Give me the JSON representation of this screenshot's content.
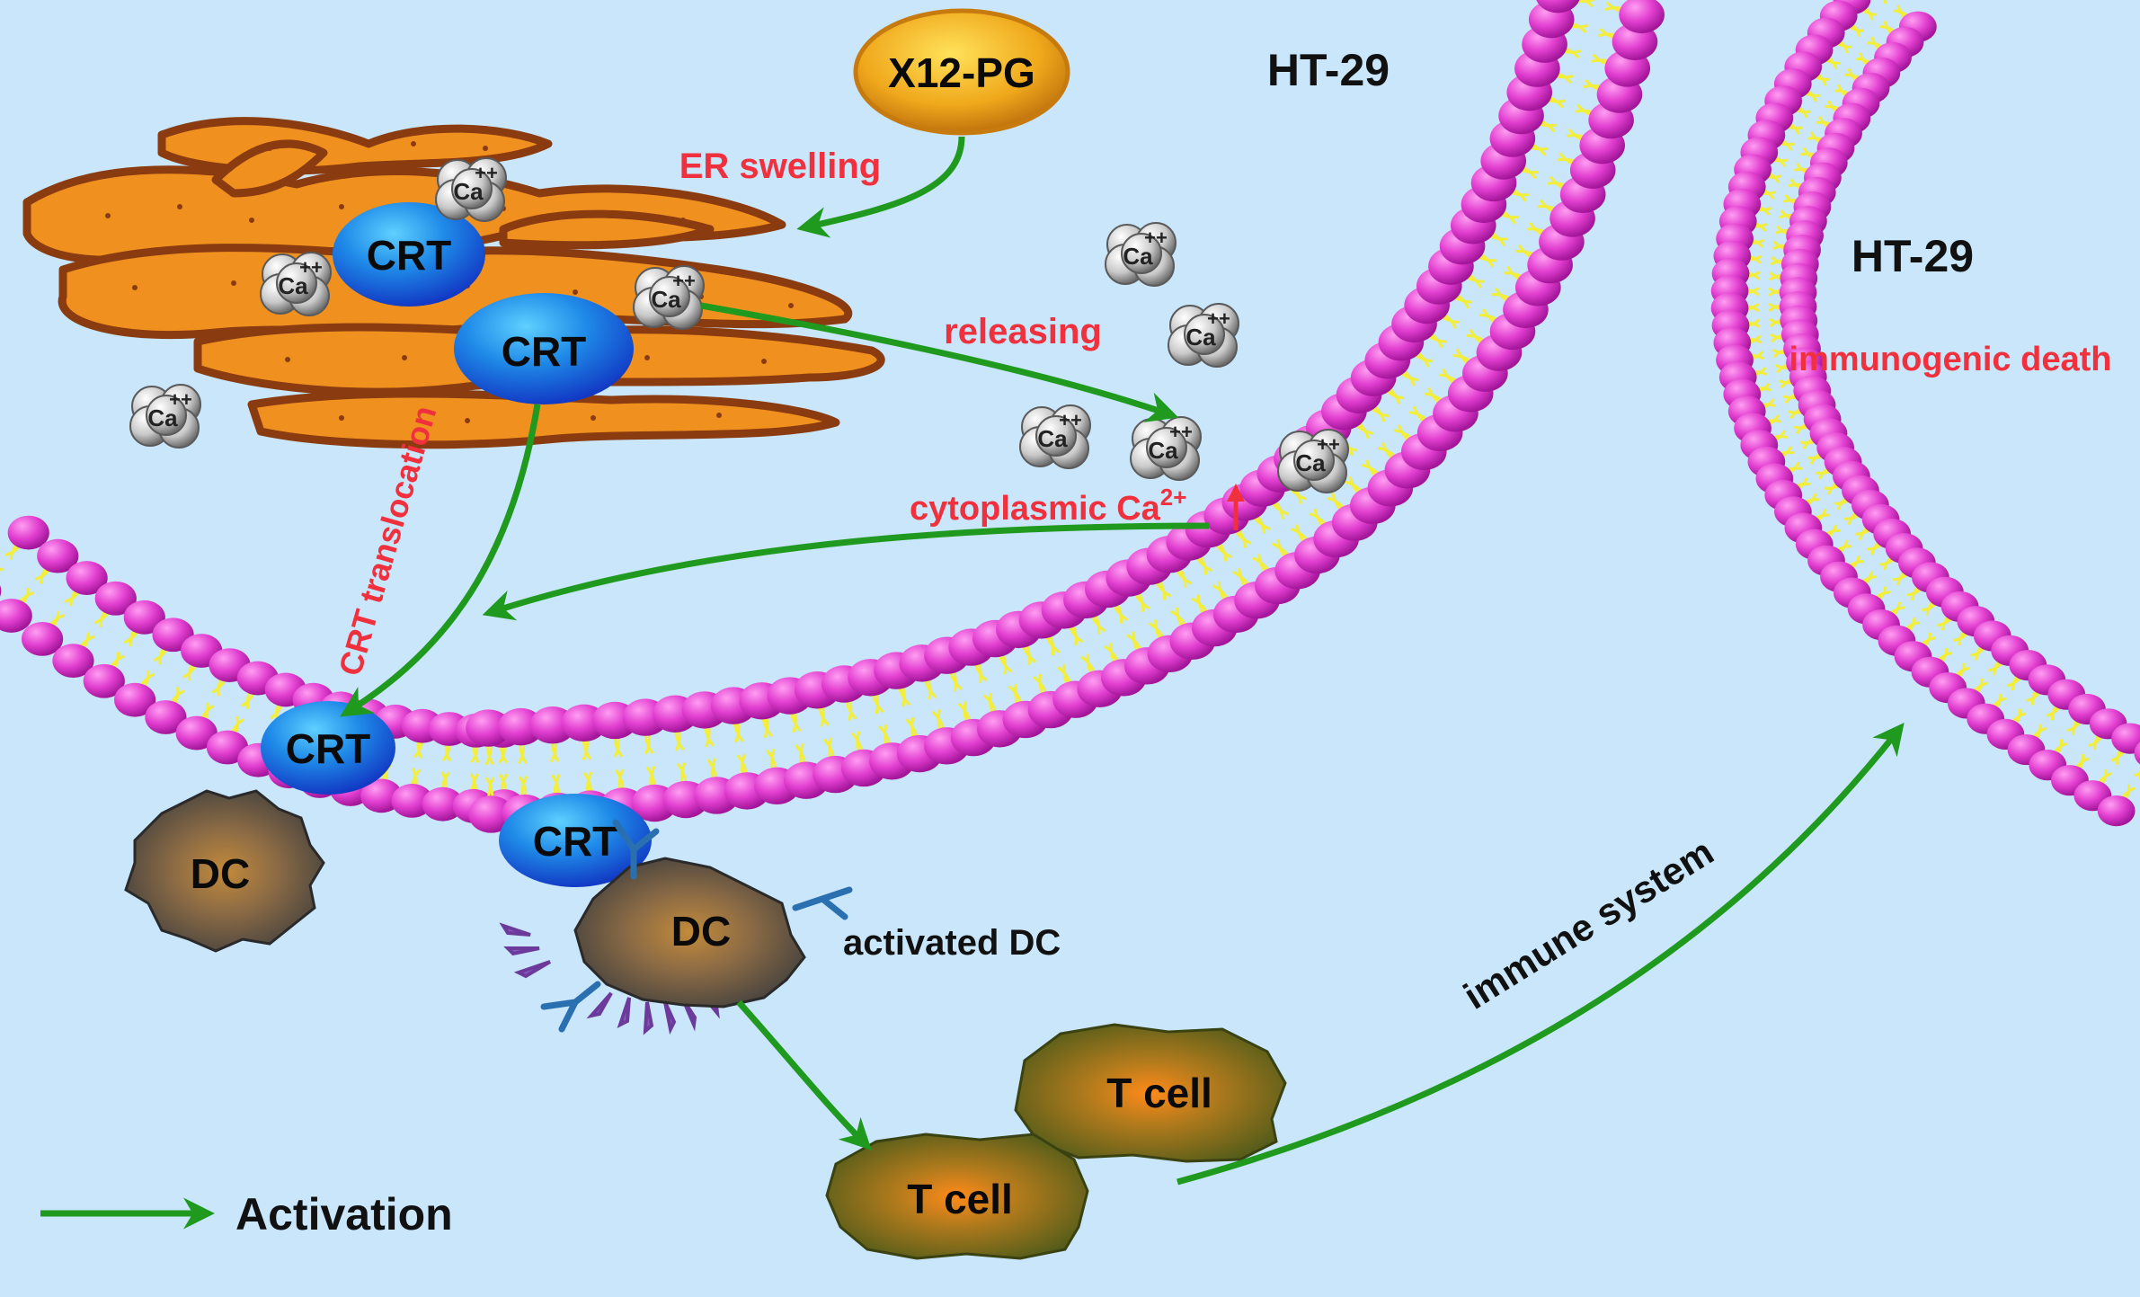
{
  "labels": {
    "x12pg": "X12-PG",
    "ht29_top": "HT-29",
    "ht29_right": "HT-29",
    "er_swelling": "ER swelling",
    "releasing": "releasing",
    "cytoplasmic_ca_main": "cytoplasmic Ca",
    "cytoplasmic_ca_sup": "2+",
    "immunogenic_death": "immunogenic death",
    "crt_translocation": "CRT translocation",
    "activated_dc": "activated  DC",
    "immune_system": "immune system",
    "crt": "CRT",
    "dc": "DC",
    "t_cell": "T cell",
    "ca_ion": "Ca",
    "ca_charge": "++",
    "legend_activation": "Activation"
  },
  "colors": {
    "background": "#c9e6fb",
    "membrane_head": "#e23fd0",
    "membrane_tail": "#f2ee3a",
    "er_fill": "#f0911f",
    "er_edge": "#8a3b10",
    "crt_blue": "#1f5fe8",
    "arrow_green": "#1f9a1f",
    "label_red": "#f0313d",
    "dc_gray": "#4f4f4f",
    "tcell_olive": "#5f6a22",
    "x12pg_orange": "#f0a81c"
  }
}
